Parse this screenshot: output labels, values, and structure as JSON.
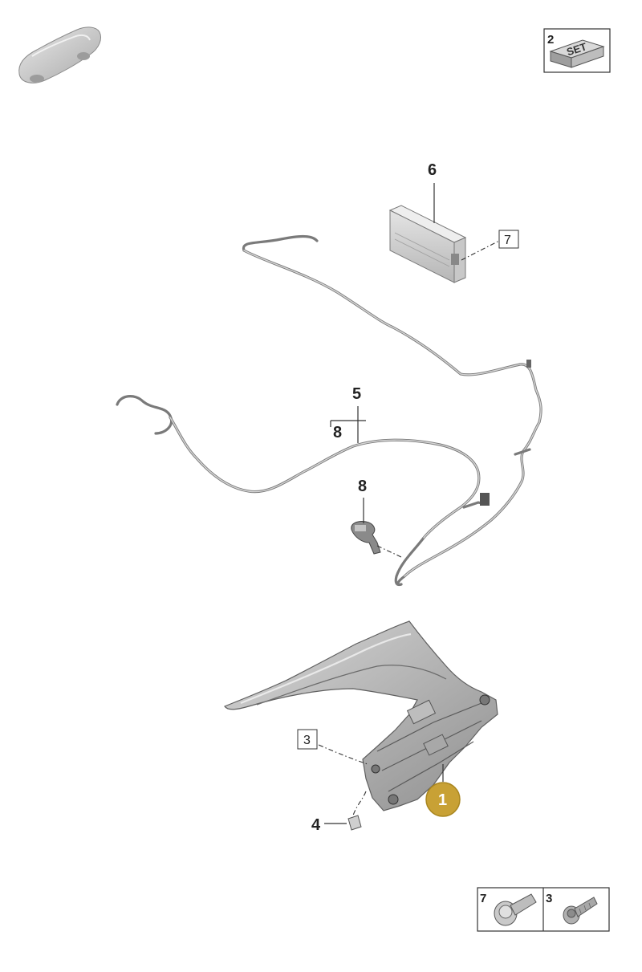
{
  "callouts": {
    "item_1": "1",
    "item_2": "2",
    "item_3": "3",
    "item_4": "4",
    "item_5": "5",
    "item_6": "6",
    "item_7": "7",
    "item_8a": "8",
    "item_8b": "8"
  },
  "set_badge": {
    "number": "2",
    "text": "SET"
  },
  "fastener_legend": [
    {
      "number": "7"
    },
    {
      "number": "3"
    }
  ],
  "colors": {
    "highlight": "#c8a135",
    "part_gray": "#9a9a9a",
    "line": "#333333"
  },
  "icons": [
    "car-silhouette-icon",
    "set-box-icon",
    "flange-bolt-icon",
    "screw-icon"
  ]
}
